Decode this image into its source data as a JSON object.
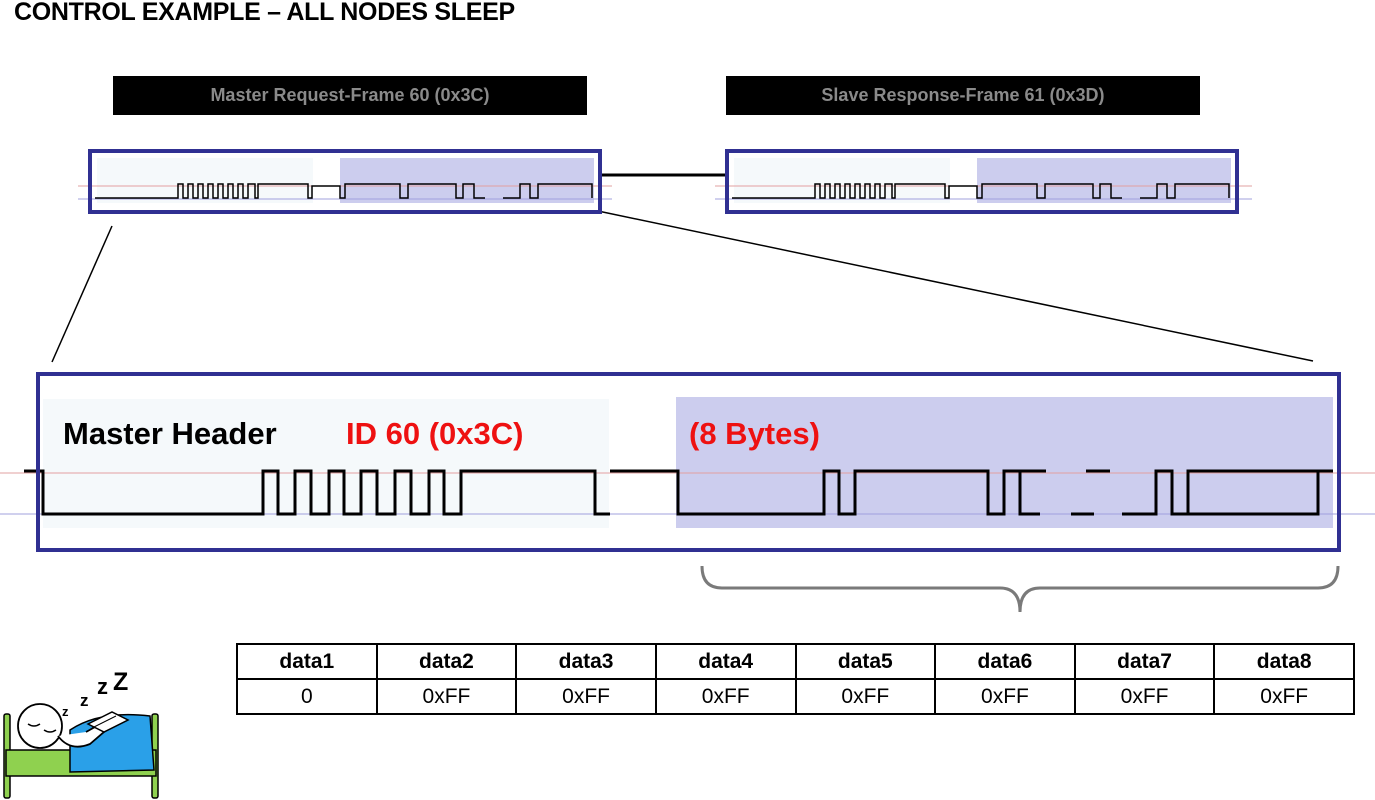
{
  "title": "CONTROL EXAMPLE – ALL NODES SLEEP",
  "frames": {
    "master_label": "Master Request-Frame 60 (0x3C)",
    "slave_label": "Slave Response-Frame 61 (0x3D)"
  },
  "detail": {
    "header_label": "Master Header",
    "id_label": "ID 60  (0x3C)",
    "bytes_label": "(8 Bytes)"
  },
  "colors": {
    "box_border": "#303092",
    "highlight": "#cccdee",
    "accent_text": "#ee1111"
  },
  "table": {
    "headers": [
      "data1",
      "data2",
      "data3",
      "data4",
      "data5",
      "data6",
      "data7",
      "data8"
    ],
    "values": [
      "0",
      "0xFF",
      "0xFF",
      "0xFF",
      "0xFF",
      "0xFF",
      "0xFF",
      "0xFF"
    ]
  },
  "illustration": "sleeping-person-icon"
}
